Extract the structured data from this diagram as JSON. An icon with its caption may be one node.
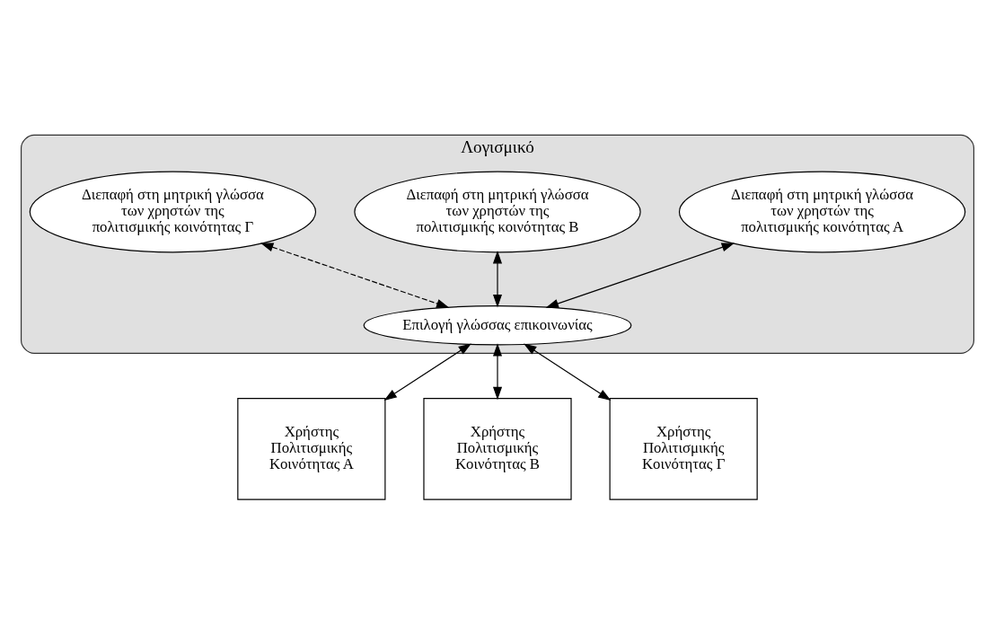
{
  "diagram": {
    "nodes": [
      {
        "text": [
          "Λογισμικό"
        ]
      },
      {
        "text": [
          "Διεπαφή στη μητρική γλώσσα των χρηστών της πολιτισμικής κοινότητας Α"
        ],
        "in": 0
      },
      {
        "text": [
          "Διεπαφή στη μητρική γλώσσα των χρηστών της πολιτισμικής κοινότητας Β"
        ],
        "in": 0
      },
      {
        "text": [
          "Διεπαφή στη μητρική γλώσσα των χρηστών της πολιτισμικής κοινότητας Γ"
        ],
        "in": 0
      },
      {
        "text": [
          "Επιλογή γλώσσας επικοινωνίας"
        ],
        "in": 0
      },
      {
        "text": [
          "Χρήστης Πολιτισμικής Κοινότητας Α"
        ]
      },
      {
        "text": [
          "Χρήστης Πολιτισμικής Κοινότητας Β"
        ]
      },
      {
        "text": [
          "Χρήστης Πολιτισμικής Κοινότητας Γ"
        ]
      }
    ],
    "edges": [
      {
        "from": 1,
        "to": 4,
        "arrow": "both"
      },
      {
        "from": 2,
        "to": 4,
        "arrow": "both"
      },
      {
        "from": 3,
        "to": 4,
        "arrow": "both",
        "style": "dashed"
      },
      {
        "from": 4,
        "to": 5,
        "arrow": "both"
      },
      {
        "from": 4,
        "to": 6,
        "arrow": "both"
      },
      {
        "from": 4,
        "to": 7,
        "arrow": "both"
      }
    ]
  }
}
